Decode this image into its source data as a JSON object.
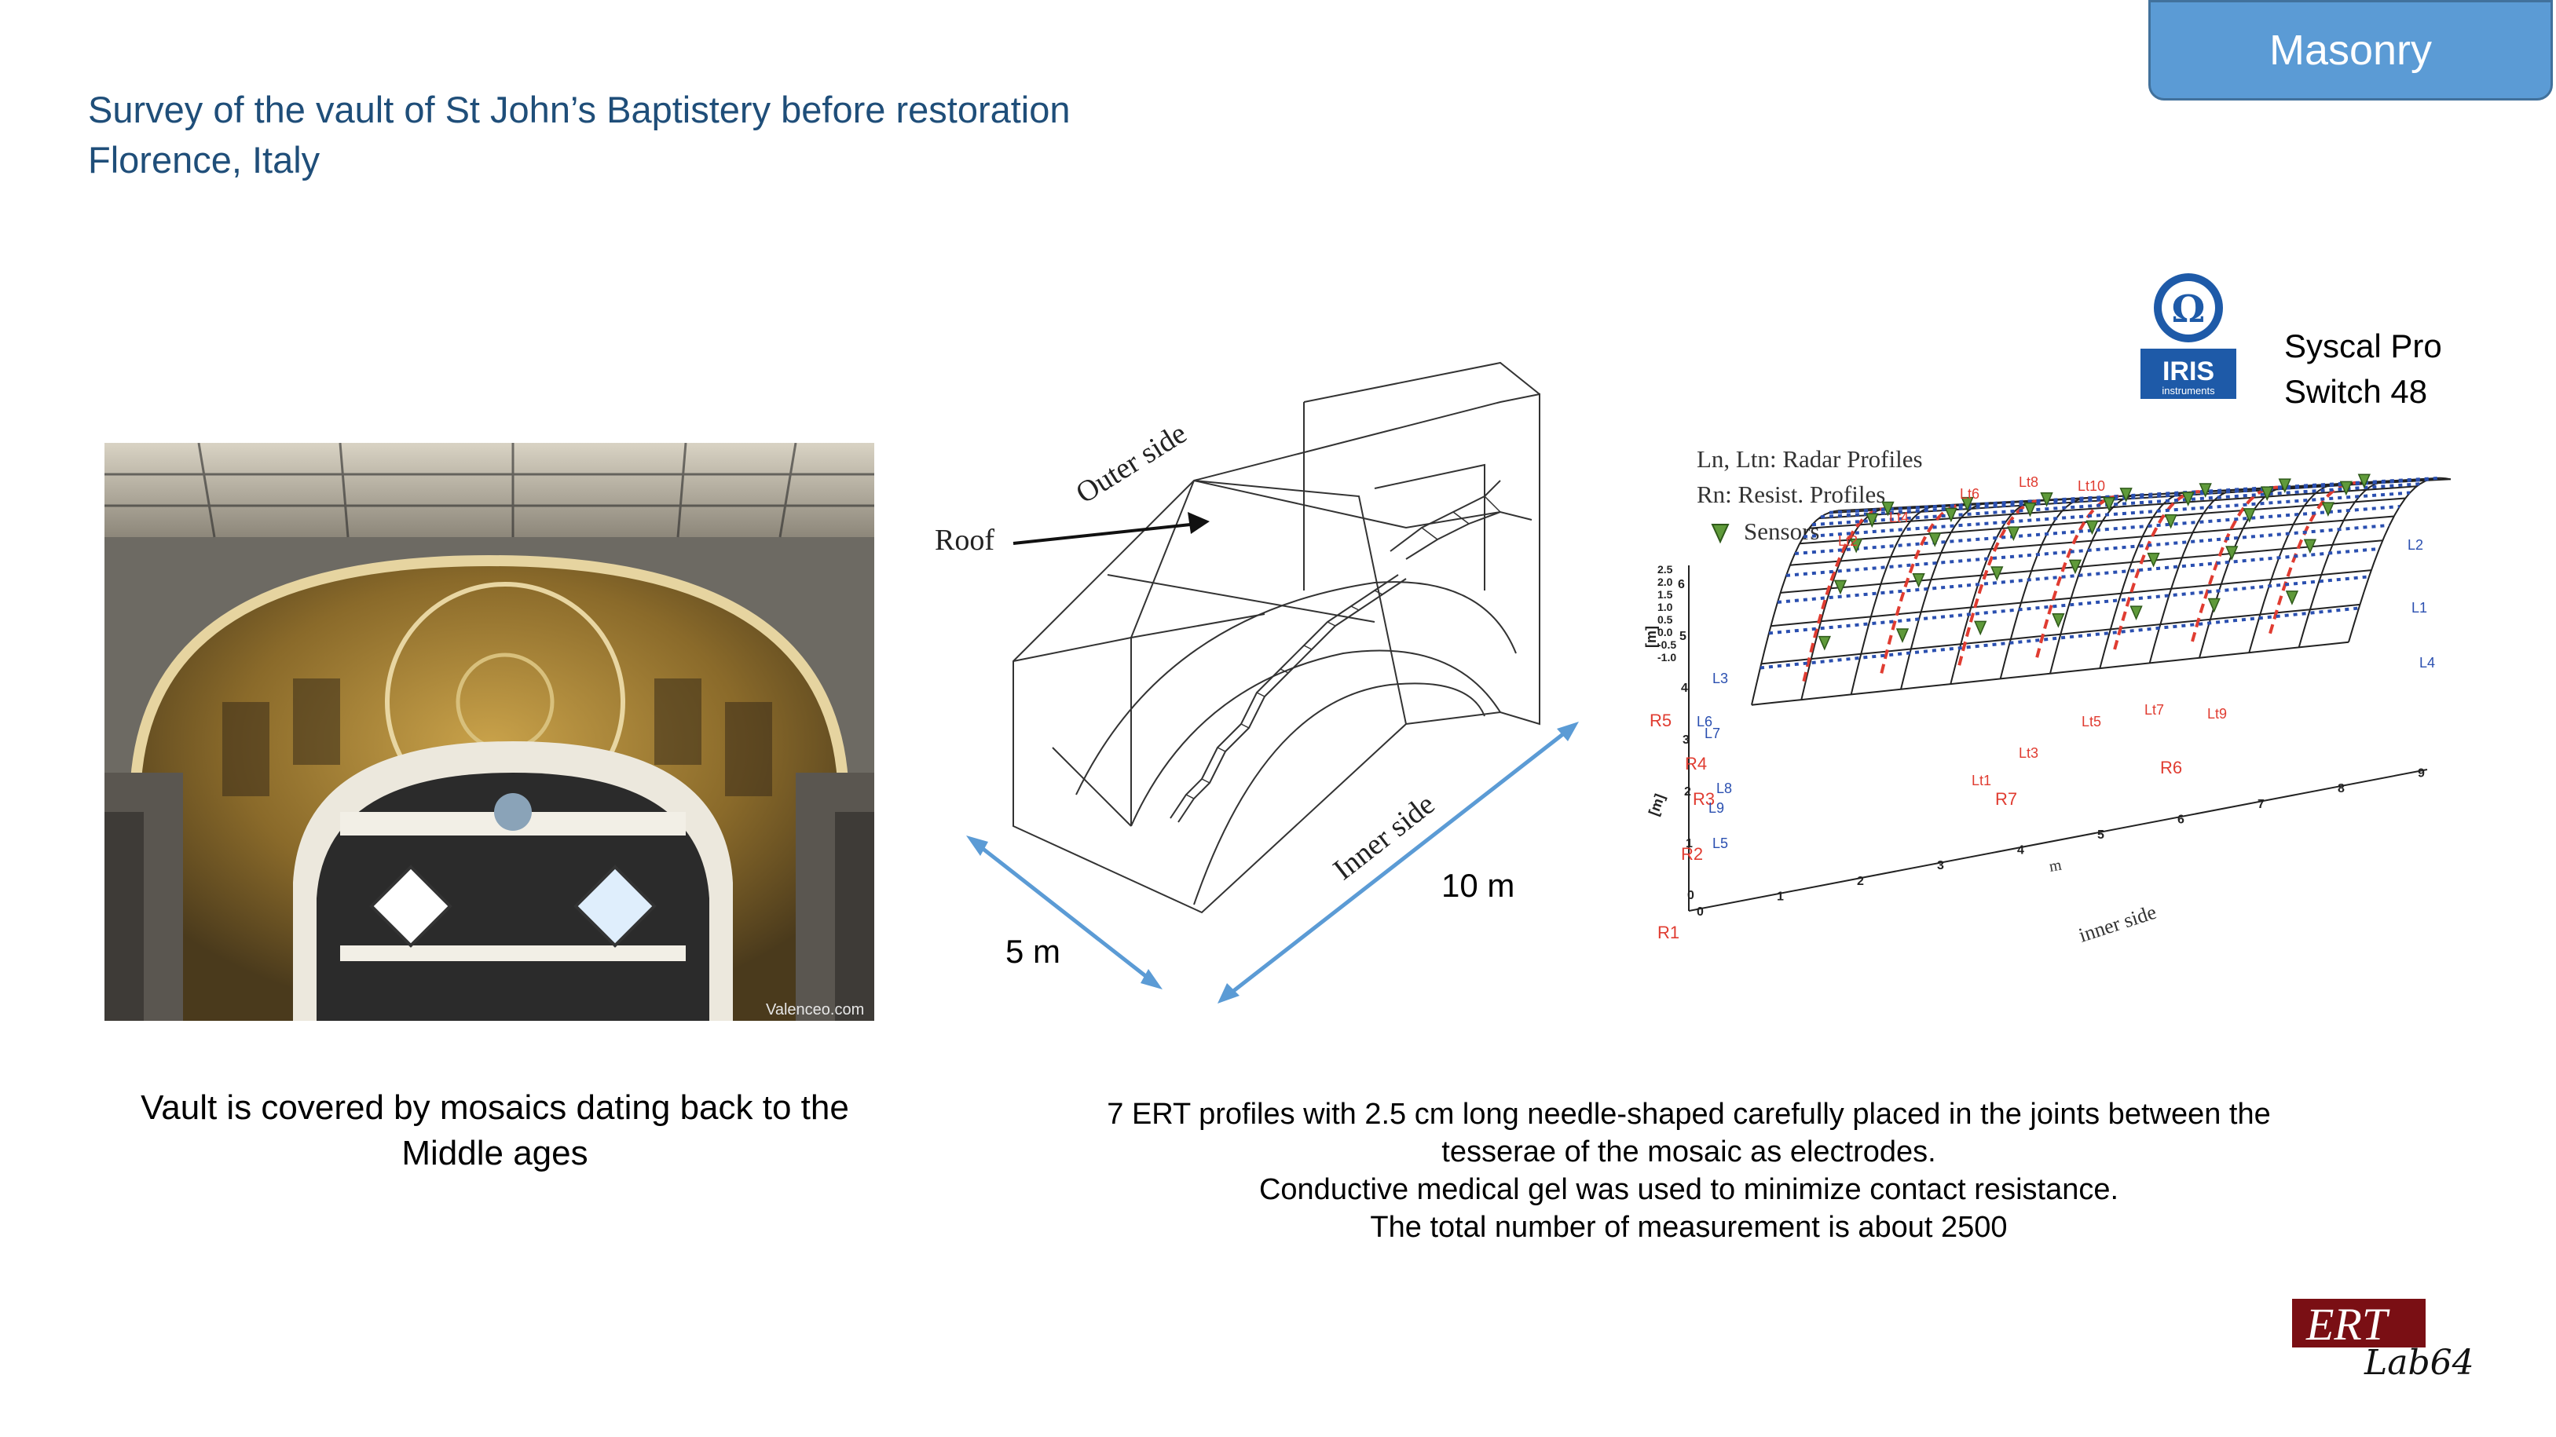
{
  "badge": {
    "label": "Masonry"
  },
  "title": {
    "line1": "Survey of the vault of St John’s Baptistery before restoration",
    "line2": "Florence, Italy"
  },
  "photo": {
    "watermark": "Valenceo.com"
  },
  "diagram": {
    "outer_side": "Outer side",
    "roof": "Roof",
    "inner_side": "Inner side",
    "dim_5m": "5 m",
    "dim_10m": "10 m"
  },
  "plot": {
    "legend_radar": "Ln, Ltn: Radar Profiles",
    "legend_resist": "Rn: Resist. Profiles",
    "legend_sensors": "Sensors",
    "z_label": "[m]",
    "y_label": "[m]",
    "x_label": "m",
    "x_caption": "inner side",
    "z_ticks": [
      "2.5",
      "2.0",
      "1.5",
      "1.0",
      "0.5",
      "0.0",
      "-0.5",
      "-1.0"
    ],
    "y_ticks": [
      "0",
      "1",
      "2",
      "3",
      "4",
      "5",
      "6"
    ],
    "x_ticks": [
      "0",
      "1",
      "2",
      "3",
      "4",
      "5",
      "6",
      "7",
      "8",
      "9"
    ],
    "r_labels": [
      "R1",
      "R2",
      "R3",
      "R4",
      "R5",
      "R6",
      "R7"
    ],
    "l_labels": [
      "L1",
      "L2",
      "L3",
      "L4",
      "L5",
      "L6",
      "L7",
      "L8",
      "L9"
    ],
    "lt_labels": [
      "Lt1",
      "Lt2",
      "Lt3",
      "Lt4",
      "Lt5",
      "Lt6",
      "Lt7",
      "Lt8",
      "Lt9",
      "Lt10"
    ]
  },
  "instrument": {
    "logo_text": "IRIS",
    "logo_sub": "instruments",
    "line1": "Syscal Pro",
    "line2": "Switch 48"
  },
  "caption_left": {
    "line1": "Vault is covered by mosaics dating back to the",
    "line2": "Middle ages"
  },
  "caption_right": {
    "line1": "7 ERT profiles with 2.5 cm long needle-shaped carefully placed in the joints between the",
    "line2": "tesserae of the mosaic as electrodes.",
    "line3": "Conductive medical gel was used to minimize contact resistance.",
    "line4": "The total number of measurement is about 2500"
  },
  "ert_logo": {
    "text": "ERT",
    "sub": "Lab64"
  },
  "colors": {
    "badge": "#5b9bd5",
    "title": "#1f4e79",
    "arrow_blue": "#5b9bd5",
    "resist_red": "#e03c31",
    "radar_blue": "#2a4fb0",
    "sensor_green": "#5f9a3a"
  }
}
